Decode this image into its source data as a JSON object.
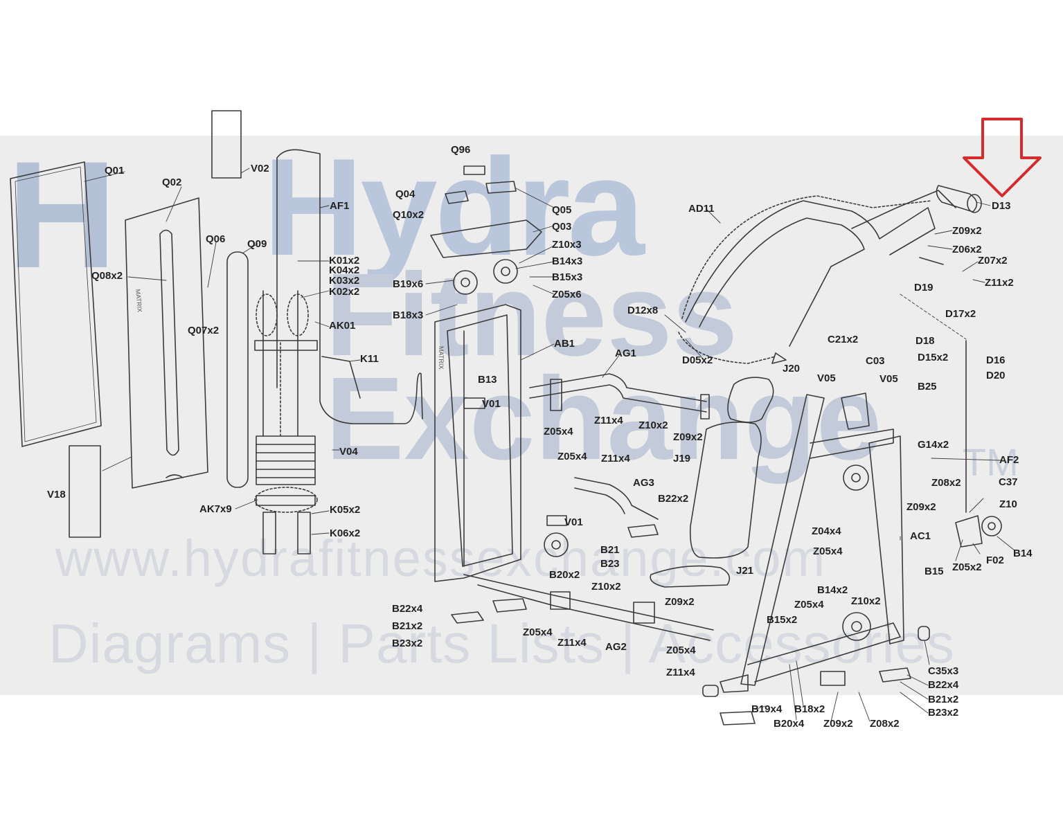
{
  "watermark": {
    "line1": "Hydra",
    "line2": "Fitness",
    "line3": "Exchange",
    "tm": "TM",
    "url": "www.hydrafitnessexchange.com",
    "tagline": "Diagrams | Parts Lists | Accessories",
    "logo": "H"
  },
  "highlight": {
    "target": "D13",
    "color": "#d62b2b",
    "icon": "down-arrow-icon"
  },
  "colors": {
    "band": "#ededed",
    "line": "#3a3a3a",
    "label": "#222222"
  },
  "labels": [
    "Q96",
    "Q01",
    "Q02",
    "V02",
    "AF1",
    "Q04",
    "Q05",
    "Q10x2",
    "Q03",
    "AD11",
    "D13",
    "Z09x2",
    "Z06x2",
    "Z07x2",
    "Z11x2",
    "D19",
    "Q06",
    "Q09",
    "Q08x2",
    "K01x2",
    "K04x2",
    "K03x2",
    "K02x2",
    "Z10x3",
    "B14x3",
    "B15x3",
    "Z05x6",
    "B19x6",
    "B18x3",
    "Q07x2",
    "AK01",
    "D12x8",
    "D17x2",
    "D18",
    "D15x2",
    "D16",
    "D20",
    "K11",
    "AB1",
    "AG1",
    "C21x2",
    "C03",
    "J20",
    "D05x2",
    "B13",
    "V05",
    "V05",
    "B25",
    "V01",
    "Z11x4",
    "Z10x2",
    "Z09x2",
    "Z05x4",
    "G14x2",
    "AF2",
    "V04",
    "J19",
    "Z05x4",
    "Z11x4",
    "AG3",
    "Z08x2",
    "C37",
    "V18",
    "B22x2",
    "Z09x2",
    "Z10",
    "AK7x9",
    "K05x2",
    "Z04x4",
    "V01",
    "K06x2",
    "AC1",
    "B14",
    "B21",
    "B23",
    "Z05x4",
    "F02",
    "B15",
    "Z05x2",
    "B20x2",
    "J21",
    "Z10x2",
    "Z09x2",
    "B14x2",
    "B22x4",
    "Z05x4",
    "Z10x2",
    "B21x2",
    "B15x2",
    "Z05x4",
    "Z11x4",
    "AG2",
    "B23x2",
    "Z05x4",
    "C35x3",
    "Z11x4",
    "B22x4",
    "B21x2",
    "B19x4",
    "B18x2",
    "B23x2",
    "B20x4",
    "Z09x2",
    "Z08x2"
  ],
  "printed": {
    "brand_1": "MATRIX",
    "brand_2": "MATRIX"
  }
}
